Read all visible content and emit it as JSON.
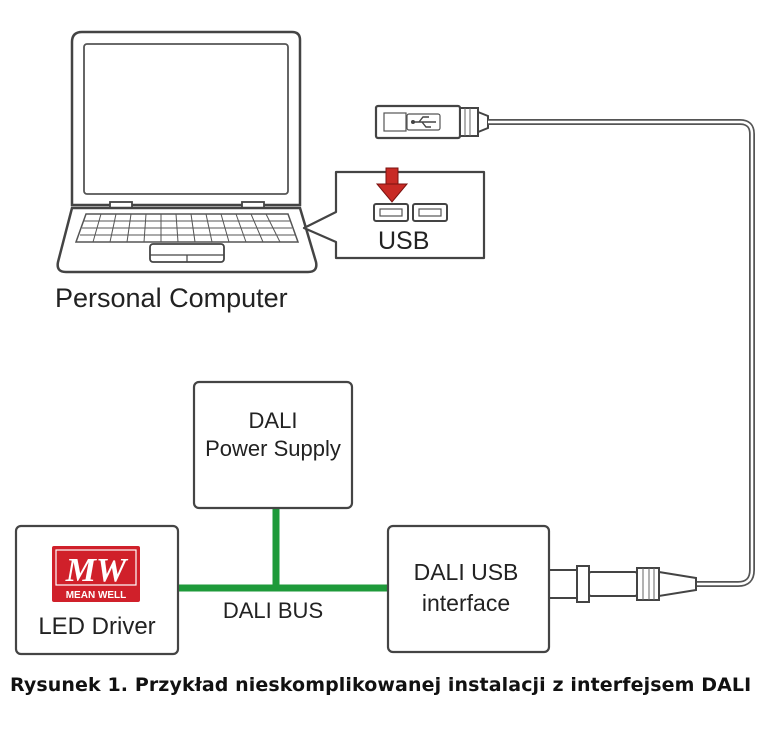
{
  "labels": {
    "laptop": "Personal Computer",
    "usb_port": "USB",
    "power_supply_line1": "DALI",
    "power_supply_line2": "Power Supply",
    "usb_interface_line1": "DALI USB",
    "usb_interface_line2": "interface",
    "led_driver": "LED Driver",
    "bus": "DALI BUS"
  },
  "logo": {
    "brand_text": "MW",
    "sub_text": "MEAN WELL"
  },
  "caption": "Rysunek 1. Przykład nieskomplikowanej instalacji z interfejsem DALI",
  "colors": {
    "bus": "#1e9a3a",
    "logo_red": "#d0202a",
    "arrow_red": "#c82a25",
    "outline": "#444444"
  }
}
